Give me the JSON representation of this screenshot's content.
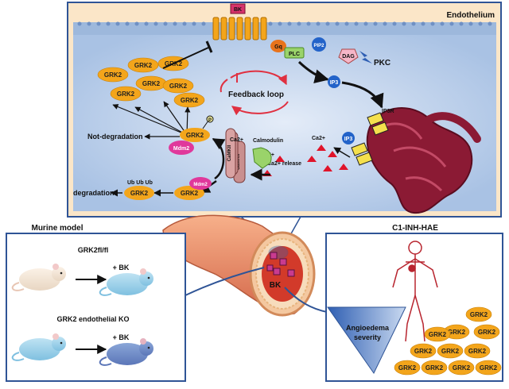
{
  "top_panel": {
    "title": "Endothelium",
    "receptor": "BK",
    "gq": "Gq",
    "plc": "PLC",
    "pip2": "PIP2",
    "dag": "DAG",
    "pkc": "PKC",
    "ip3": "IP3",
    "ip3_er": "IP3",
    "ip3r": "IP3R",
    "ca_top": "Ca2+",
    "ca_mid": "Ca2+",
    "ca_release": "Ca2+ release",
    "calmodulin": "Calmodulin",
    "camkii_a": "CaMKII",
    "camkii_b": "CaMKII",
    "ca_camkii": "Ca2+",
    "feedback": "Feedback loop",
    "not_degradation": "Not-degradation",
    "degradation": "degradation",
    "mdm2_a": "Mdm2",
    "mdm2_b": "Mdm2",
    "ub": "Ub Ub Ub",
    "p": "P",
    "grk2": "GRK2"
  },
  "left_panel": {
    "title": "Murine model",
    "row1_label": "GRK2fl/fl",
    "row1_arrow": "+ BK",
    "row2_label": "GRK2 endothelial KO",
    "row2_arrow": "+ BK"
  },
  "center": {
    "vessel_label": "BK"
  },
  "right_panel": {
    "title": "C1-INH-HAE",
    "severity_line1": "Angioedema",
    "severity_line2": "severity",
    "grk2": "GRK2"
  },
  "colors": {
    "panel_border": "#2f5496",
    "top_bg": "#fbe6c8",
    "cell_bg": "#b9cde8",
    "membrane": "#9db8dc",
    "grk2": "#f3a51b",
    "mdm2": "#e0389b",
    "er": "#8b1a34",
    "ip3": "#2363c9",
    "calcium": "#e0142a"
  }
}
